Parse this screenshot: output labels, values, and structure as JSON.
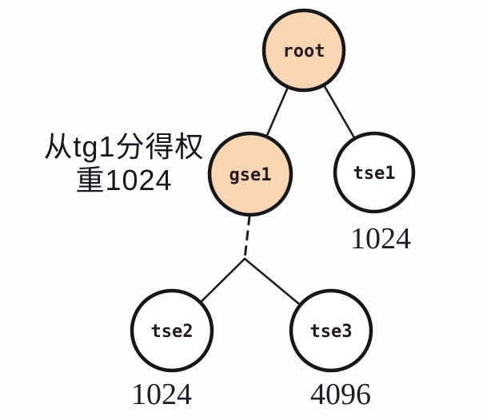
{
  "annotation": {
    "line1": "从tg1分得权",
    "line2": "重1024"
  },
  "nodes": {
    "root": {
      "label": "root"
    },
    "gse1": {
      "label": "gse1"
    },
    "tse1": {
      "label": "tse1",
      "weight": "1024"
    },
    "tse2": {
      "label": "tse2",
      "weight": "1024"
    },
    "tse3": {
      "label": "tse3",
      "weight": "4096"
    }
  },
  "edges": [
    {
      "from": "root",
      "to": "gse1",
      "style": "solid"
    },
    {
      "from": "root",
      "to": "tse1",
      "style": "solid"
    },
    {
      "from": "gse1",
      "to": "branch-point",
      "style": "dashed"
    },
    {
      "from": "branch-point",
      "to": "tse2",
      "style": "solid"
    },
    {
      "from": "branch-point",
      "to": "tse3",
      "style": "solid"
    }
  ],
  "colors": {
    "group_node_fill": "#f8d6b4",
    "task_node_fill": "#ffffff",
    "outline": "#17171b",
    "background": "#fdfdfe"
  }
}
